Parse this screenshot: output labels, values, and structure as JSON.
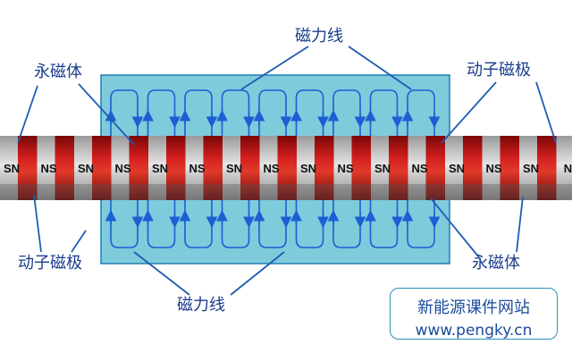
{
  "labels": {
    "magnetic_lines_top": "磁力线",
    "magnetic_lines_bottom": "磁力线",
    "permanent_magnet_left": "永磁体",
    "permanent_magnet_right": "永磁体",
    "mover_pole_top_right": "动子磁极",
    "mover_pole_bottom_left": "动子磁极"
  },
  "watermark": {
    "site_name": "新能源课件网站",
    "url": "www.pengky.cn"
  },
  "rod_poles": [
    "SN",
    "NS",
    "SN",
    "NS",
    "SN",
    "NS",
    "SN",
    "NS",
    "SN",
    "NS",
    "SN",
    "NS",
    "SN",
    "NS",
    "SN",
    "N"
  ],
  "colors": {
    "box_fill": "#7ecbdc",
    "box_stroke": "#1e7fb0",
    "flux_line": "#1c5fd4",
    "red_segment": "#c41818",
    "gray_segment": "#c8c8c8",
    "label_text": "#1a3c8c",
    "watermark_border": "#2c8fb8"
  }
}
